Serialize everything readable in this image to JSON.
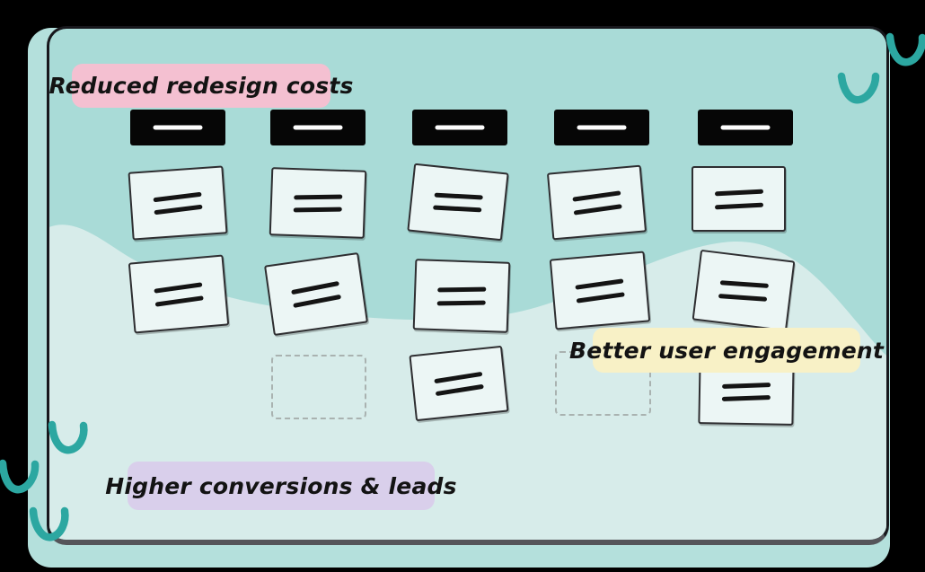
{
  "illustration": {
    "description": "Kanban-style whiteboard illustration with blank sticky-note cards, five black column headers and three handwritten highlight labels",
    "highlight_labels": [
      {
        "id": "pink",
        "text": "Reduced redesign costs",
        "bg_color": "#f4c0d1"
      },
      {
        "id": "yellow",
        "text": "Better user engagement",
        "bg_color": "#f8f1c6"
      },
      {
        "id": "purple",
        "text": "Higher conversions & leads",
        "bg_color": "#d9cfeb"
      }
    ],
    "columns": [
      {
        "cells": [
          "card",
          "card"
        ]
      },
      {
        "cells": [
          "card",
          "card",
          "placeholder"
        ]
      },
      {
        "cells": [
          "card",
          "card",
          "card"
        ]
      },
      {
        "cells": [
          "card",
          "card",
          "placeholder"
        ]
      },
      {
        "cells": [
          "card",
          "card",
          "card"
        ]
      }
    ],
    "colors": {
      "canvas_bg": "#000000",
      "board_bg": "#a9dbd7",
      "board_wave": "#d7ecea",
      "back_panel": "#b4e0dc",
      "card_bg": "#ecf6f5",
      "header_bg": "#060606",
      "squiggle": "#2ca7a1"
    }
  }
}
